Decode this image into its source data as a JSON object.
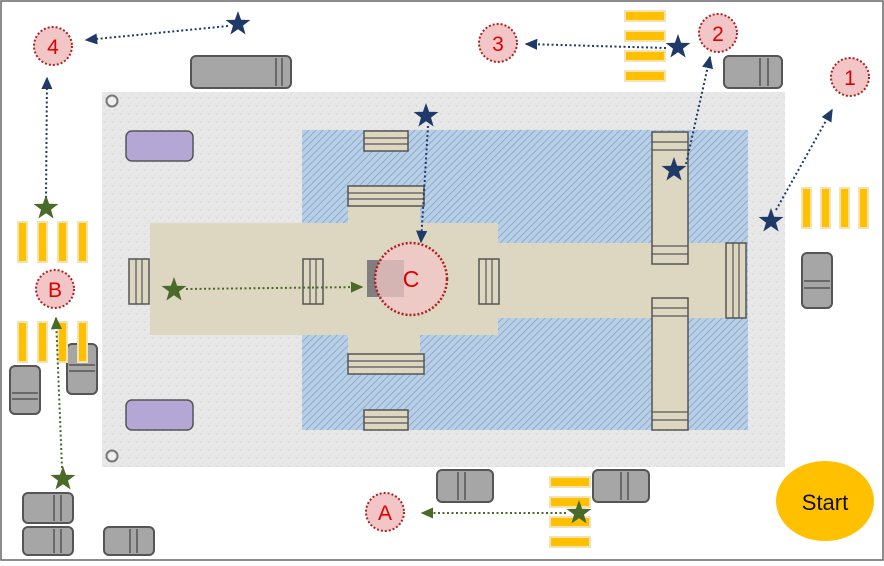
{
  "start": {
    "label": "Start"
  },
  "markers": [
    {
      "id": "m1",
      "label": "1",
      "color": "#e00000"
    },
    {
      "id": "m2",
      "label": "2",
      "color": "#e00000"
    },
    {
      "id": "m3",
      "label": "3",
      "color": "#e00000"
    },
    {
      "id": "m4",
      "label": "4",
      "color": "#e00000"
    },
    {
      "id": "mA",
      "label": "A",
      "color": "#e00000"
    },
    {
      "id": "mB",
      "label": "B",
      "color": "#e00000"
    },
    {
      "id": "mC",
      "label": "C",
      "color": "#e00000"
    }
  ],
  "colors": {
    "navy_star": "#1f3a68",
    "green_star": "#4a6a2a",
    "marker_fill": "#f2c6c6",
    "marker_ring": "#b02020",
    "water": "#a9c4e0",
    "deck": "#ddd7c2",
    "ground": "#e6e6e6",
    "crosswalk": "#ffc000",
    "car": "#a6a6a6",
    "purple_bench": "#b4a7d6",
    "start_fill": "#ffc000"
  },
  "icons": [
    "star-icon",
    "arrow-icon"
  ]
}
